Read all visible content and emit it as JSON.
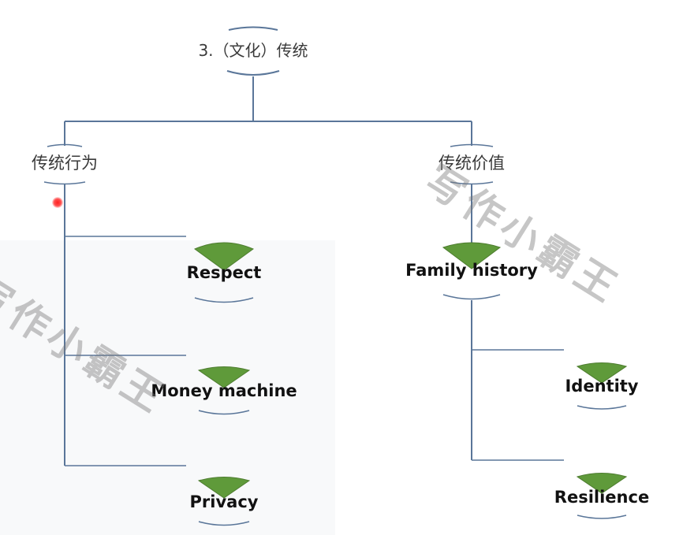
{
  "root": {
    "label": "3.（文化）传统"
  },
  "branches": [
    {
      "label": "传统行为",
      "children": [
        "Respect",
        "Money machine",
        "Privacy"
      ]
    },
    {
      "label": "传统价值",
      "children": [
        {
          "label": "Family history",
          "children": [
            "Identity",
            "Resilience"
          ]
        }
      ]
    }
  ],
  "watermark": "写作小霸王",
  "colors": {
    "line": "#5a7699",
    "marker": "#5f9a3a",
    "highlight_dot": "#ff2020"
  }
}
